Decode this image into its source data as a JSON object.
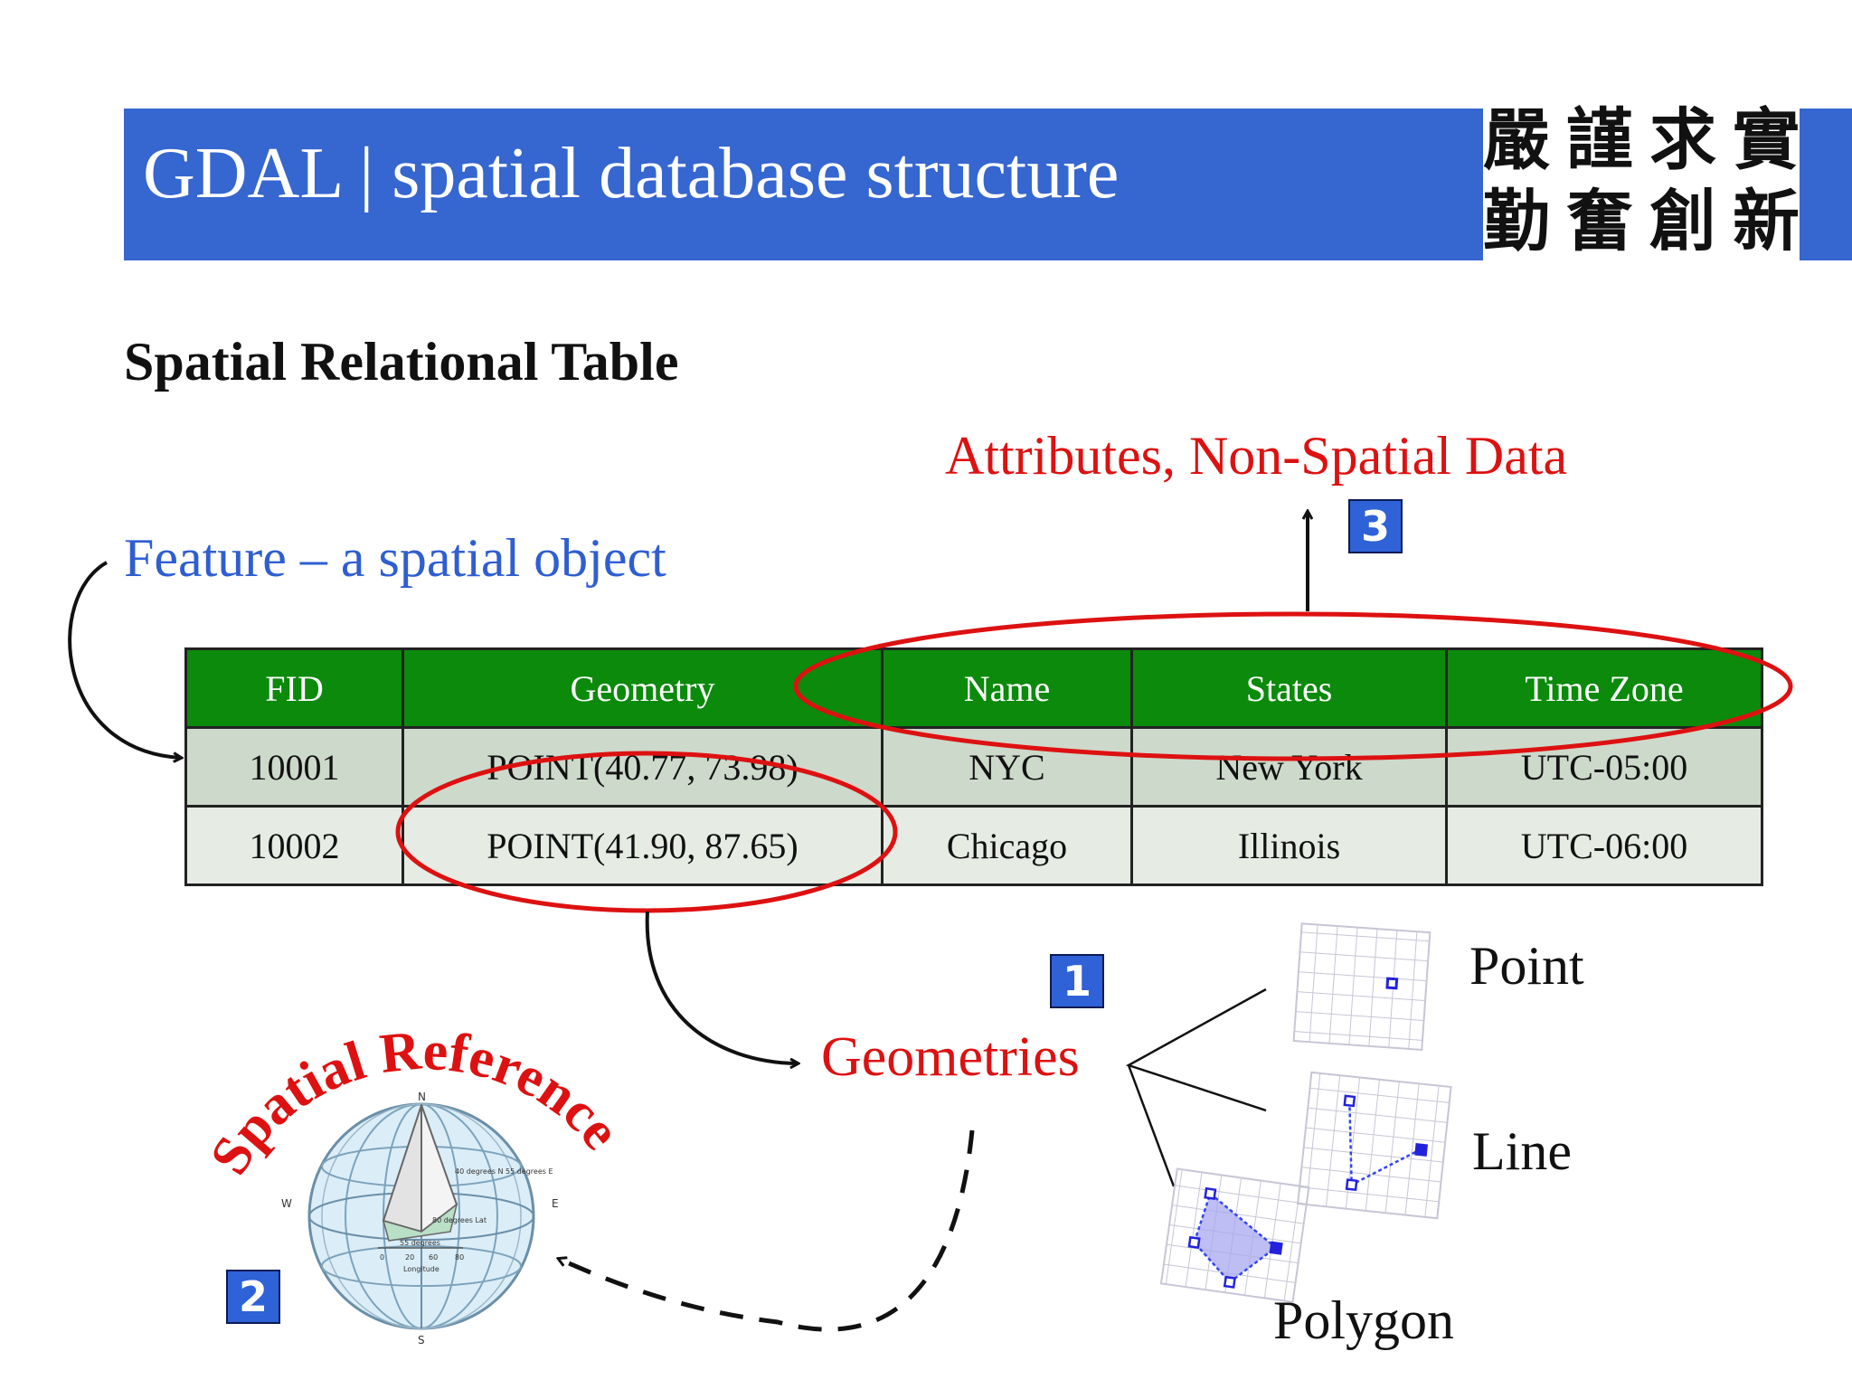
{
  "header": {
    "title": "GDAL | spatial database structure",
    "calligraphy_row1": [
      "嚴",
      "謹",
      "求",
      "實"
    ],
    "calligraphy_row2": [
      "勤",
      "奮",
      "創",
      "新"
    ]
  },
  "section_heading": "Spatial Relational Table",
  "annotations": {
    "attributes": "Attributes, Non-Spatial Data",
    "feature": "Feature – a spatial object",
    "geometries": "Geometries",
    "spatial_reference": "Spatial Reference"
  },
  "badges": {
    "one": "1",
    "two": "2",
    "three": "3"
  },
  "table": {
    "columns": [
      "FID",
      "Geometry",
      "Name",
      "States",
      "Time Zone"
    ],
    "rows": [
      [
        "10001",
        "POINT(40.77, 73.98)",
        "NYC",
        "New York",
        "UTC-05:00"
      ],
      [
        "10002",
        "POINT(41.90, 87.65)",
        "Chicago",
        "Illinois",
        "UTC-06:00"
      ]
    ]
  },
  "geometry_types": {
    "point": "Point",
    "line": "Line",
    "polygon": "Polygon"
  },
  "globe": {
    "north": "N",
    "south": "S",
    "west": "W",
    "east": "E",
    "coord_note": "40 degrees N 55 degrees E",
    "lat_note": "80 degrees Lat",
    "lon_note": "55 degrees",
    "lon_ticks": [
      "0",
      "20",
      "60",
      "80"
    ],
    "lon_axis": "Longitude"
  },
  "colors": {
    "title_bar": "#3666cf",
    "table_header": "#0b8a0b",
    "highlight_red": "#dd1111",
    "feature_blue": "#2f5ed1",
    "badge_blue": "#2e62d6"
  }
}
